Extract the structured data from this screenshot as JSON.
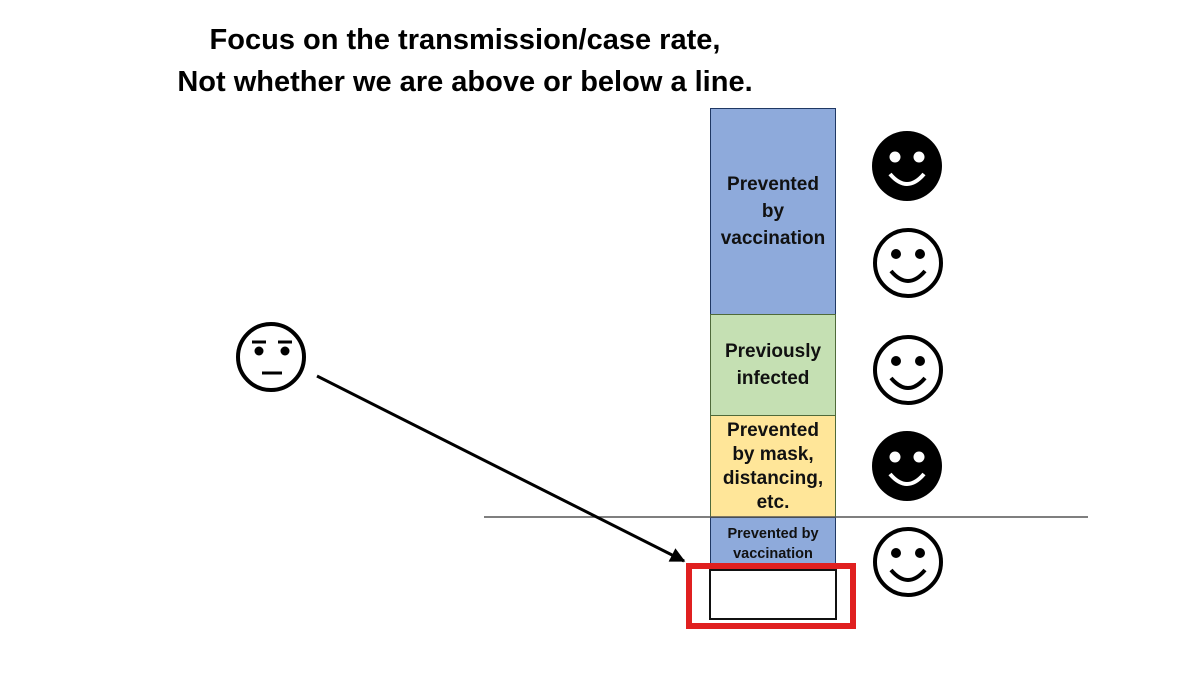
{
  "title": {
    "line1": "Focus on the transmission/case rate,",
    "line2": "Not whether we are above or below a line."
  },
  "bar_segments": [
    {
      "label": "Prevented by vaccination",
      "lines": [
        "Prevented",
        "by",
        "vaccination"
      ],
      "color": "#8eaadb"
    },
    {
      "label": "Previously infected",
      "lines": [
        "Previously",
        "infected"
      ],
      "color": "#c5e0b3"
    },
    {
      "label": "Prevented by mask, distancing, etc.",
      "lines": [
        "Prevented",
        "by mask,",
        "distancing,",
        "etc."
      ],
      "color": "#ffe699"
    },
    {
      "label": "Prevented by vaccination",
      "lines": [
        "Prevented by",
        "vaccination"
      ],
      "color": "#8eaadb"
    }
  ],
  "faces": {
    "left": "neutral-face-icon",
    "right": [
      "filled-smiley-icon",
      "outline-smiley-icon",
      "outline-smiley-icon",
      "filled-smiley-icon",
      "outline-smiley-icon"
    ]
  },
  "colors": {
    "highlight_box": "#e02020",
    "threshold_line": "#555555",
    "arrow": "#000000"
  }
}
